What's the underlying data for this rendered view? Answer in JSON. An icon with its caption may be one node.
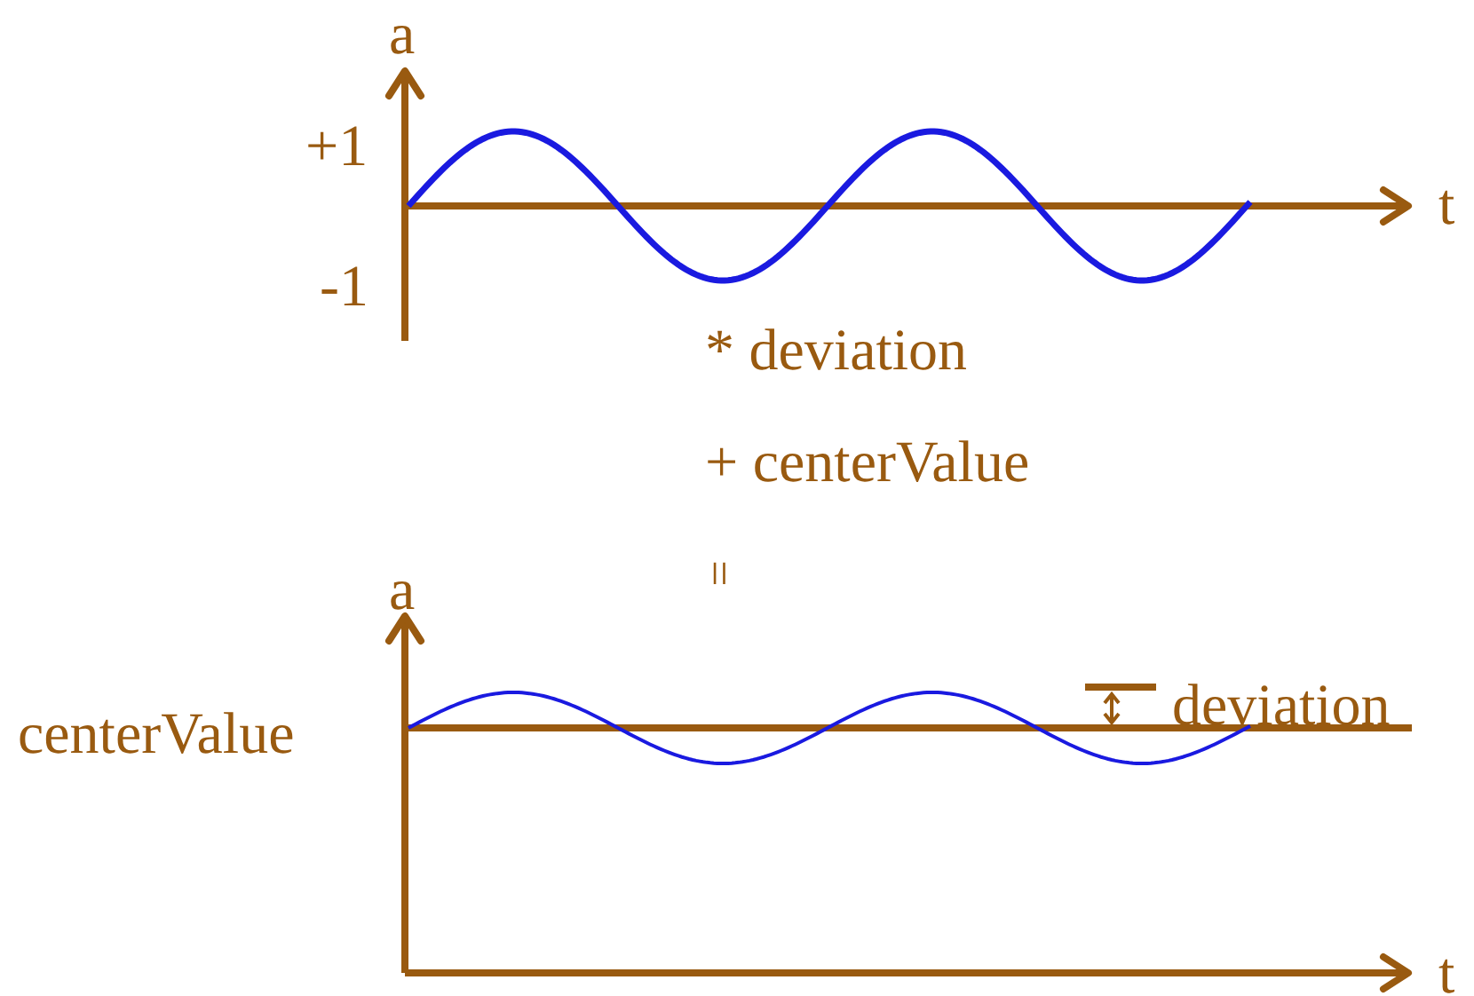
{
  "diagram": {
    "labels": [
      "a",
      "+1",
      "-1",
      "t",
      "* deviation",
      "+ centerValue",
      "=",
      "a",
      "centerValue",
      "deviation",
      "t"
    ]
  }
}
